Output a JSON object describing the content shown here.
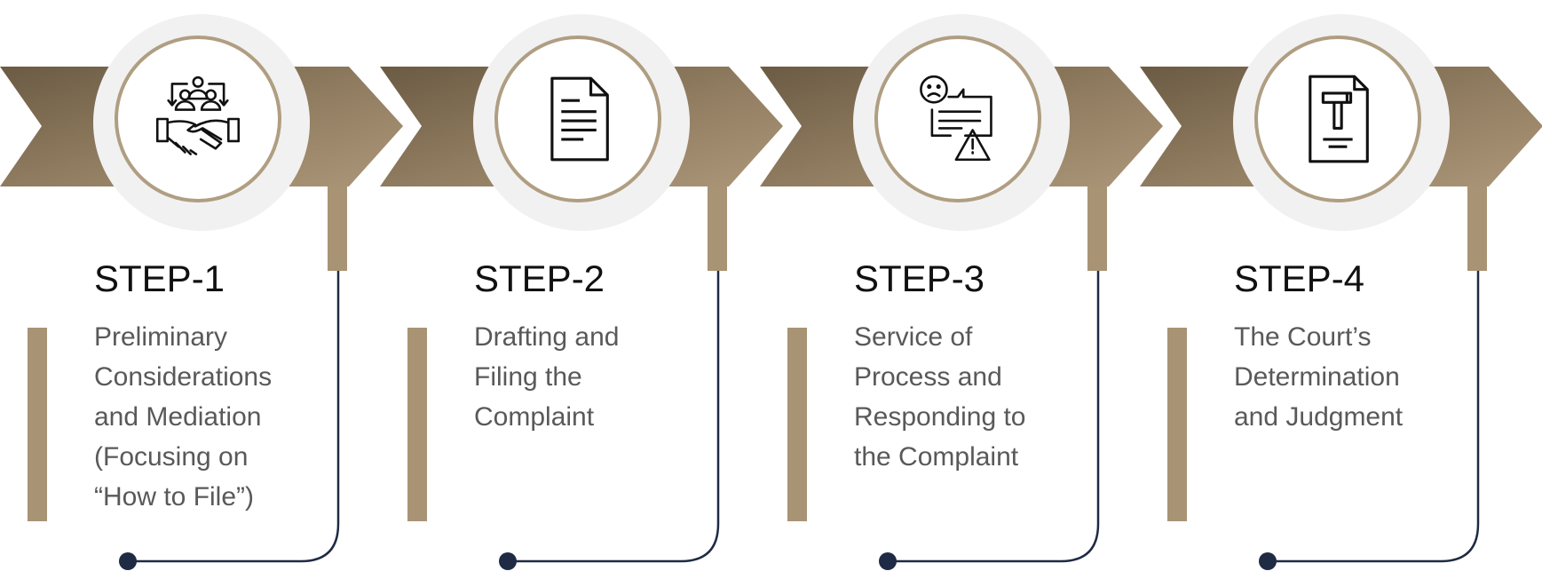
{
  "colors": {
    "band_dark": "#6b5b44",
    "band_light": "#a99275",
    "accent": "#a89374",
    "connector": "#1f2a44"
  },
  "steps": [
    {
      "title": "STEP-1",
      "lines": [
        "Preliminary",
        "Considerations",
        "and Mediation",
        "(Focusing on",
        "“How to File”)"
      ],
      "icon": "mediation-handshake-icon"
    },
    {
      "title": "STEP-2",
      "lines": [
        "Drafting and",
        "Filing the",
        "Complaint"
      ],
      "icon": "document-icon"
    },
    {
      "title": "STEP-3",
      "lines": [
        "Service of",
        "Process and",
        "Responding to",
        "the Complaint"
      ],
      "icon": "complaint-warning-icon"
    },
    {
      "title": "STEP-4",
      "lines": [
        "The Court’s",
        "Determination",
        "and Judgment"
      ],
      "icon": "gavel-document-icon"
    }
  ]
}
